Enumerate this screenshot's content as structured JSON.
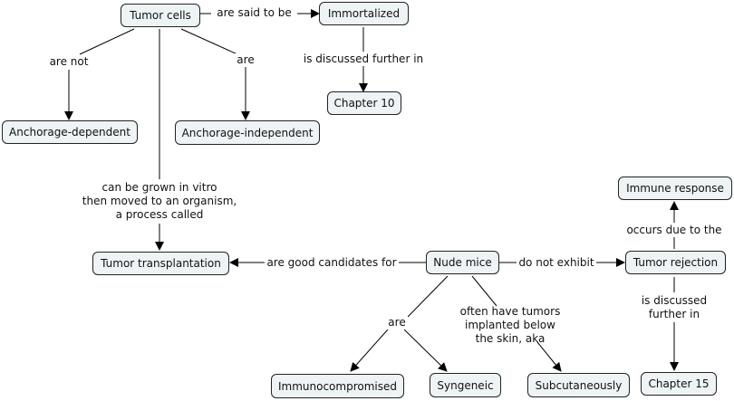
{
  "nodes": {
    "tumor_cells": "Tumor cells",
    "immortalized": "Immortalized",
    "chapter_10": "Chapter 10",
    "anchorage_dependent": "Anchorage-dependent",
    "anchorage_independent": "Anchorage-independent",
    "immune_response": "Immune response",
    "tumor_transplantation": "Tumor transplantation",
    "nude_mice": "Nude mice",
    "tumor_rejection": "Tumor rejection",
    "immunocompromised": "Immunocompromised",
    "syngeneic": "Syngeneic",
    "subcutaneously": "Subcutaneously",
    "chapter_15": "Chapter 15"
  },
  "links": {
    "are_said_to_be": "are said to be",
    "are_not": "are not",
    "are": "are",
    "is_discussed_further_in": "is discussed further in",
    "can_be_grown": "can be grown in vitro\nthen moved to an organism,\na process called",
    "are_good_candidates_for": "are good candidates for",
    "do_not_exhibit": "do not exhibit",
    "occurs_due_to_the": "occurs due to the",
    "is_discussed_further_in_2": "is discussed\nfurther in",
    "are_2": "are",
    "often_have_tumors": "often have tumors\nimplanted below\nthe skin, aka"
  }
}
